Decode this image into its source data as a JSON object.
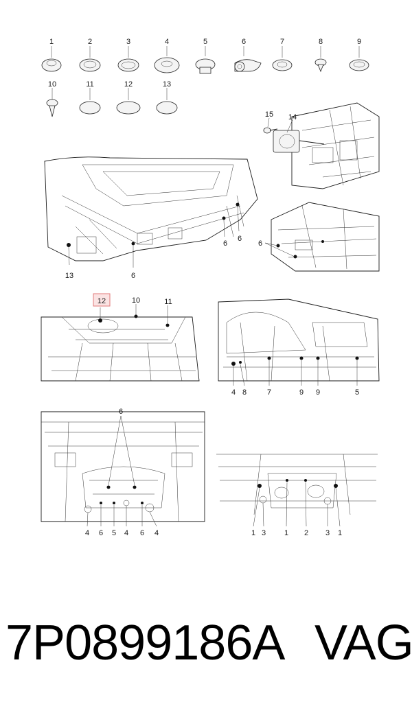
{
  "parts_row1": [
    "1",
    "2",
    "3",
    "4",
    "5",
    "6",
    "7",
    "8",
    "9"
  ],
  "parts_row2": [
    "10",
    "11",
    "12",
    "13"
  ],
  "view_topright": {
    "labels": [
      "15",
      "14"
    ]
  },
  "view_trunk": {
    "labels": [
      "6",
      "6",
      "13",
      "6"
    ]
  },
  "view_right_small": {
    "labels": [
      "6"
    ]
  },
  "view_mid_left": {
    "highlight_label": "12",
    "labels": [
      "10",
      "11"
    ]
  },
  "view_mid_right": {
    "labels": [
      "4",
      "8",
      "7",
      "9",
      "9",
      "5"
    ]
  },
  "view_bottom_left": {
    "top_label": "6",
    "labels": [
      "4",
      "6",
      "5",
      "4",
      "6",
      "4"
    ]
  },
  "view_bottom_right": {
    "labels": [
      "1",
      "3",
      "1",
      "2",
      "3",
      "1"
    ]
  },
  "footer": {
    "part_number": "7P0899186A",
    "brand": "VAG"
  },
  "colors": {
    "highlight_border": "#e07a7a",
    "highlight_fill": "#fbe3e3",
    "line": "#1a1a1a"
  }
}
